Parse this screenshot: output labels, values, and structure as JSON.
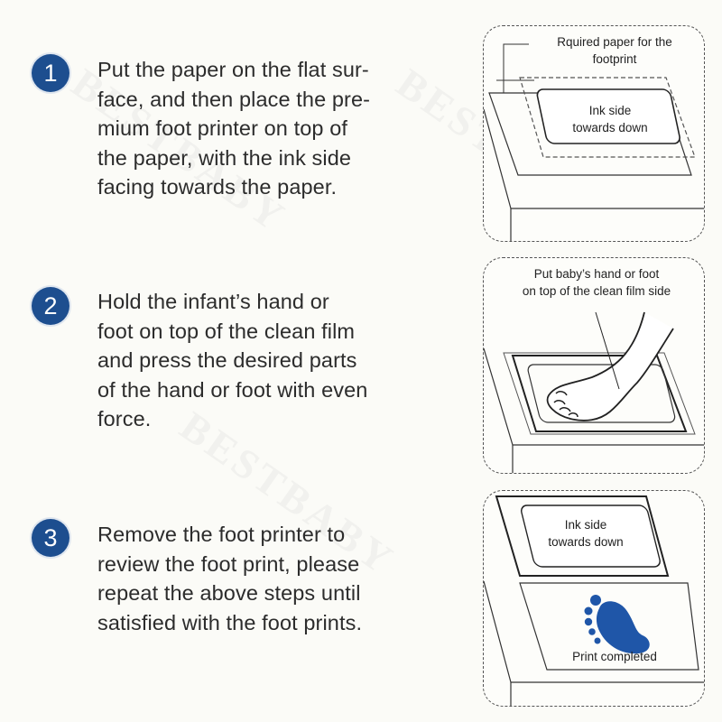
{
  "steps": [
    {
      "number": "1",
      "text": "Put the paper on the flat sur-\nface,  and then place the pre-\nmium foot printer on top of\nthe paper, with the ink side\nfacing towards the paper."
    },
    {
      "number": "2",
      "text": "Hold the infant’s hand or\nfoot on top of the clean film\nand press the desired parts\nof the hand or foot with even\nforce."
    },
    {
      "number": "3",
      "text": "Remove the foot printer to\nreview the foot print, please\nrepeat the above steps until\nsatisfied with the foot prints."
    }
  ],
  "panels": [
    {
      "paper_label": "Rquired paper for the\nfootprint",
      "ink_label": "Ink side\ntowards down"
    },
    {
      "instruction_label": "Put baby’s hand or foot\non top of the clean film side"
    },
    {
      "ink_label": "Ink side\ntowards down",
      "result_label": "Print completed"
    }
  ],
  "colors": {
    "badge": "#1d4e8f",
    "footprint": "#1f56a8",
    "text": "#2c2c2c",
    "background": "#fbfbf7"
  },
  "icons": {
    "footprint": "footprint-icon"
  }
}
